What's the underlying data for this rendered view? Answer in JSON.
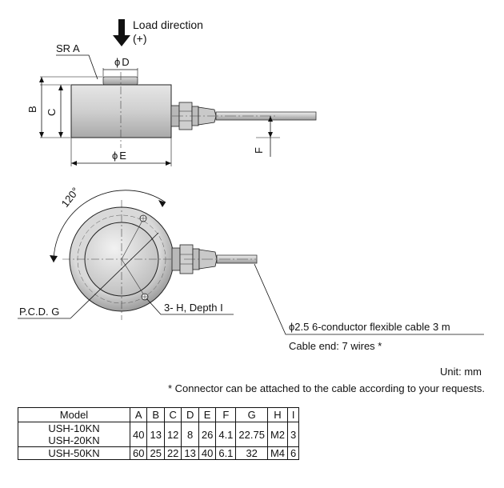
{
  "side_view": {
    "load_direction": "Load direction",
    "load_sign": "(+)",
    "label_sr": "SR A",
    "label_d": "D",
    "label_b": "B",
    "label_c": "C",
    "label_e": "E",
    "label_f": "F",
    "diameter_symbol": "ϕ"
  },
  "top_view": {
    "angle": "120°",
    "pcd": "P.C.D. G",
    "holes": "3- H, Depth I",
    "cable": "ϕ2.5 6-conductor flexible cable 3 m",
    "cable_end": "Cable end: 7 wires *"
  },
  "notes": {
    "unit": "Unit: mm",
    "connector": "* Connector can be attached to the cable according to your requests."
  },
  "table": {
    "headers": [
      "Model",
      "A",
      "B",
      "C",
      "D",
      "E",
      "F",
      "G",
      "H",
      "I"
    ],
    "rows": [
      {
        "model_1": "USH-10KN",
        "model_2": "USH-20KN",
        "A": "40",
        "B": "13",
        "C": "12",
        "D": "8",
        "E": "26",
        "F": "4.1",
        "G": "22.75",
        "H": "M2",
        "I": "3"
      },
      {
        "model_1": "USH-50KN",
        "A": "60",
        "B": "25",
        "C": "22",
        "D": "13",
        "E": "40",
        "F": "6.1",
        "G": "32",
        "H": "M4",
        "I": "6"
      }
    ]
  }
}
